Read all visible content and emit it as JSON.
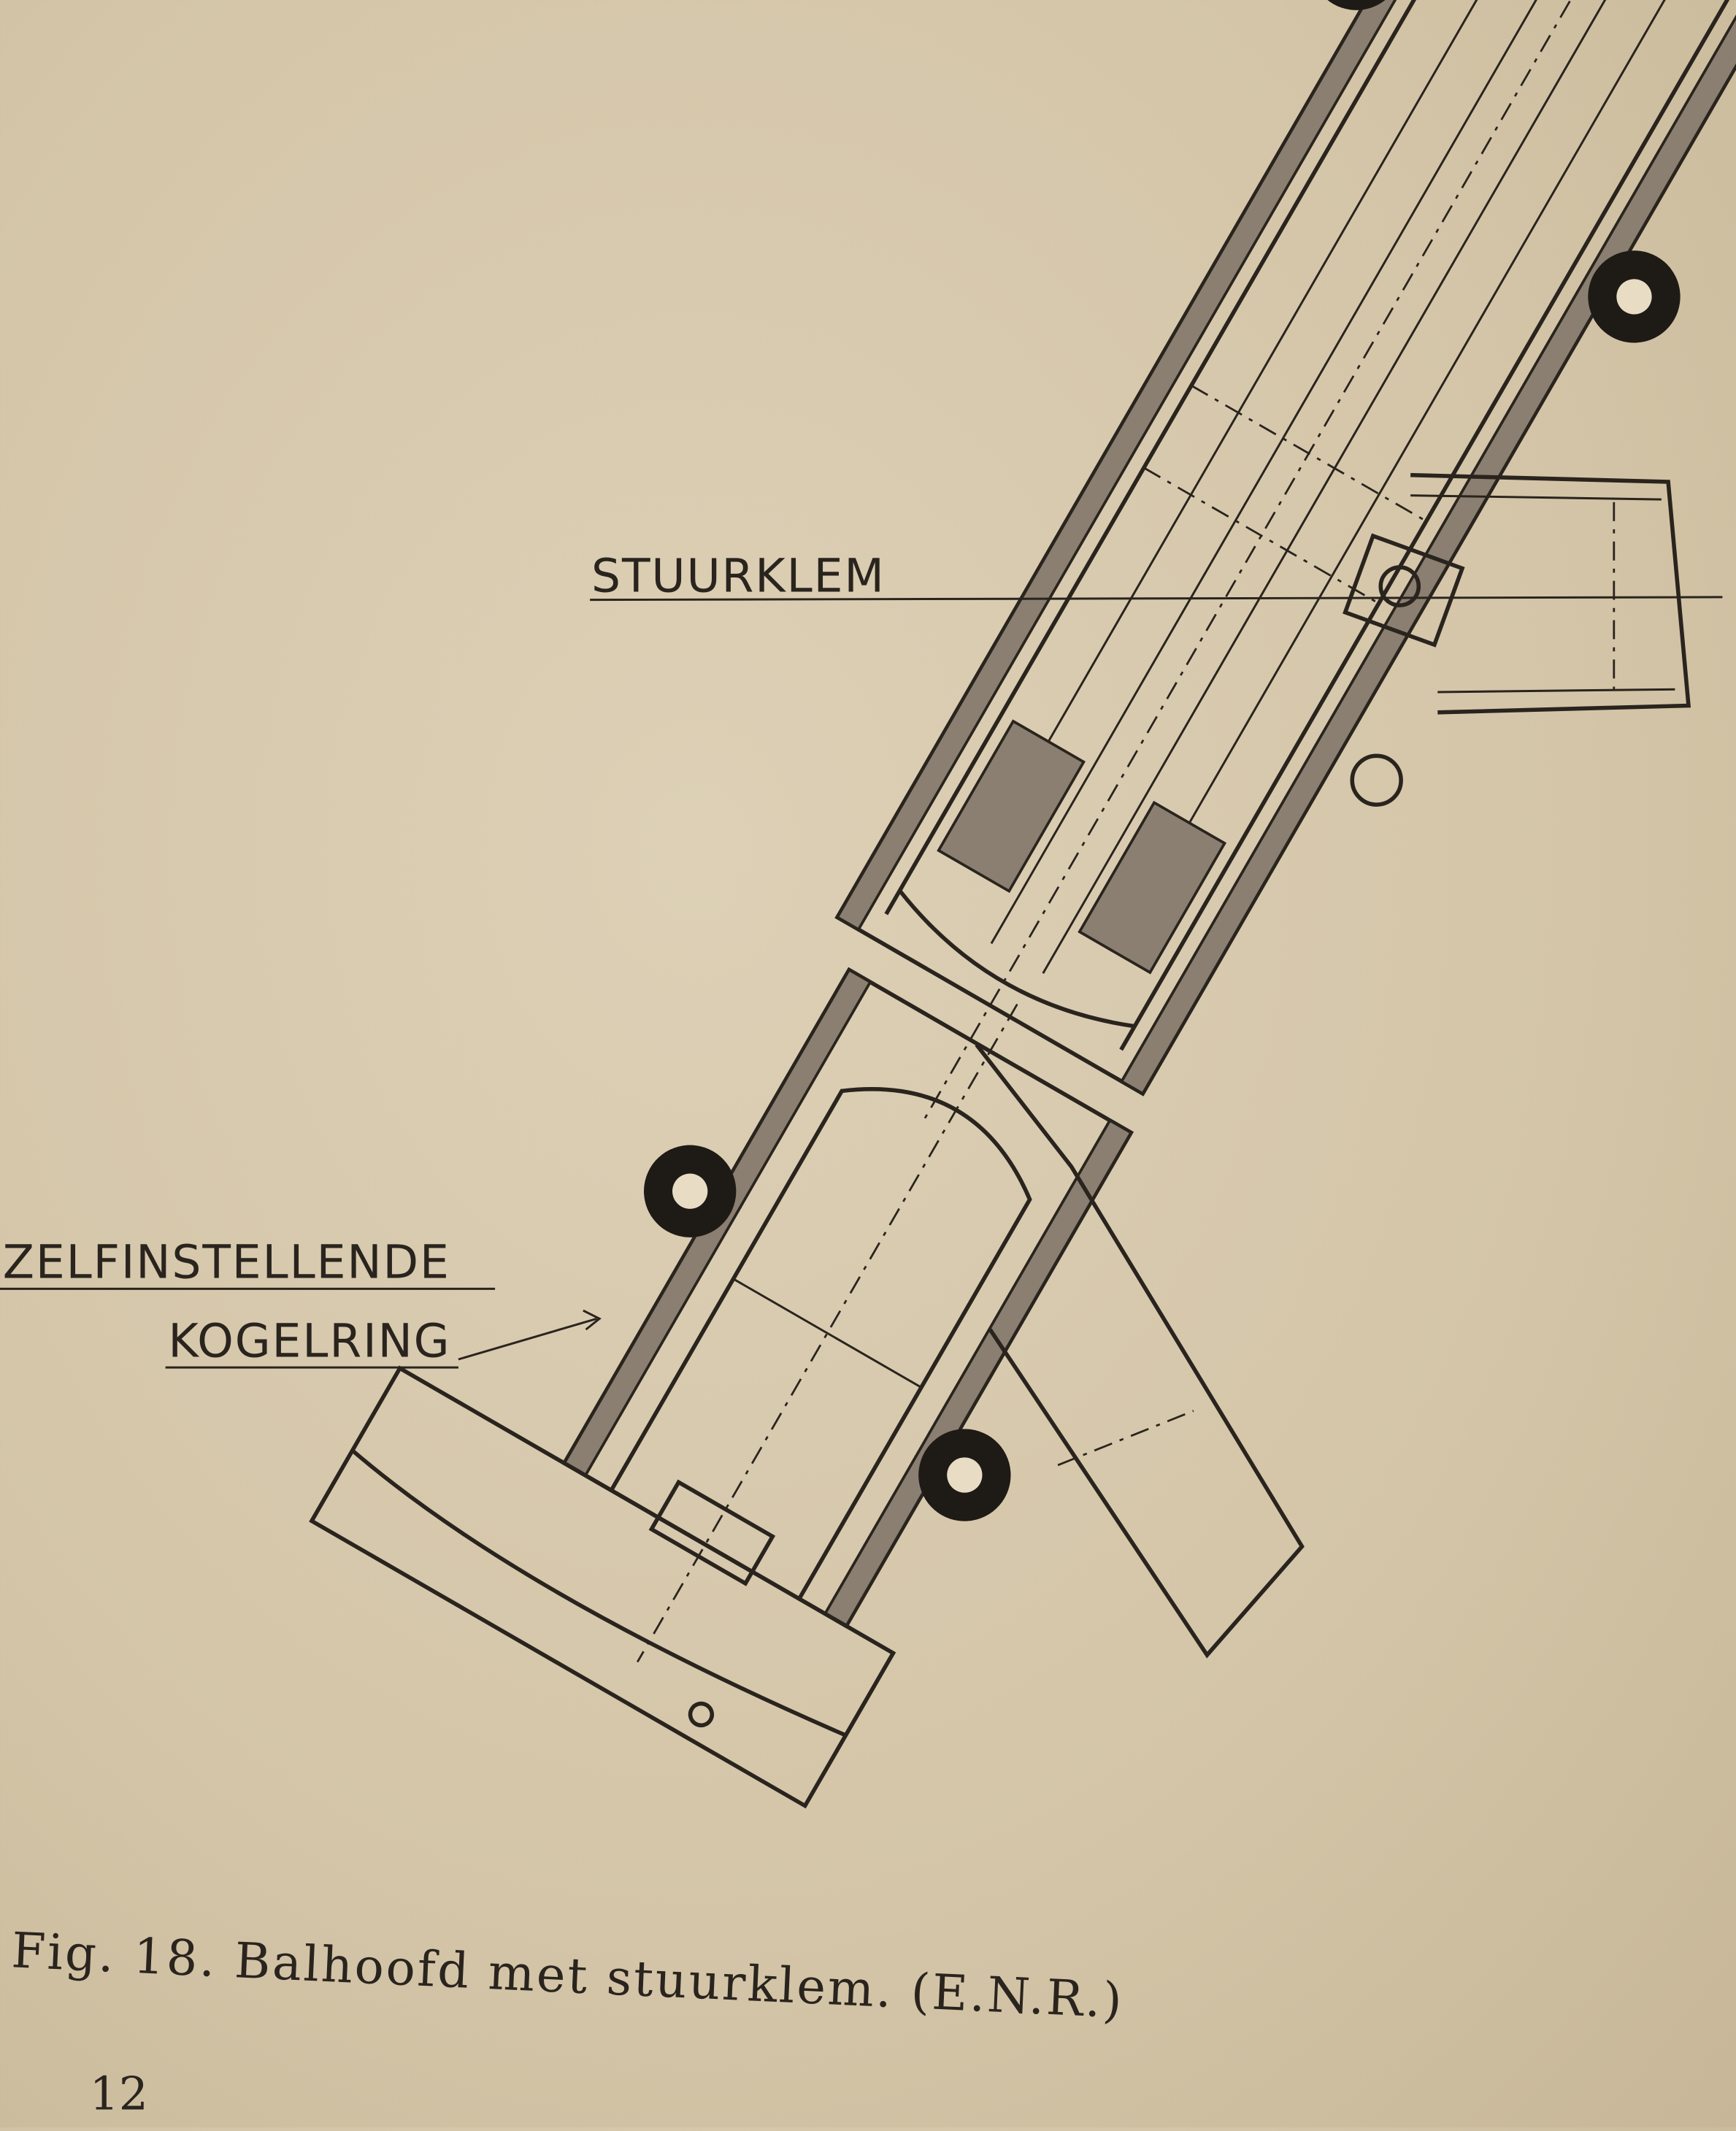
{
  "figure": {
    "labels": {
      "stuurklem": "STUURKLEM",
      "zelfinstellende": "ZELFINSTELLENDE",
      "kogelring": "KOGELRING"
    },
    "caption": "Fig. 18. Balhoofd met stuurklem. (E.N.R.)",
    "page_number": "12"
  },
  "colors": {
    "paper": "#d9cbb0",
    "ink": "#2a241e"
  }
}
